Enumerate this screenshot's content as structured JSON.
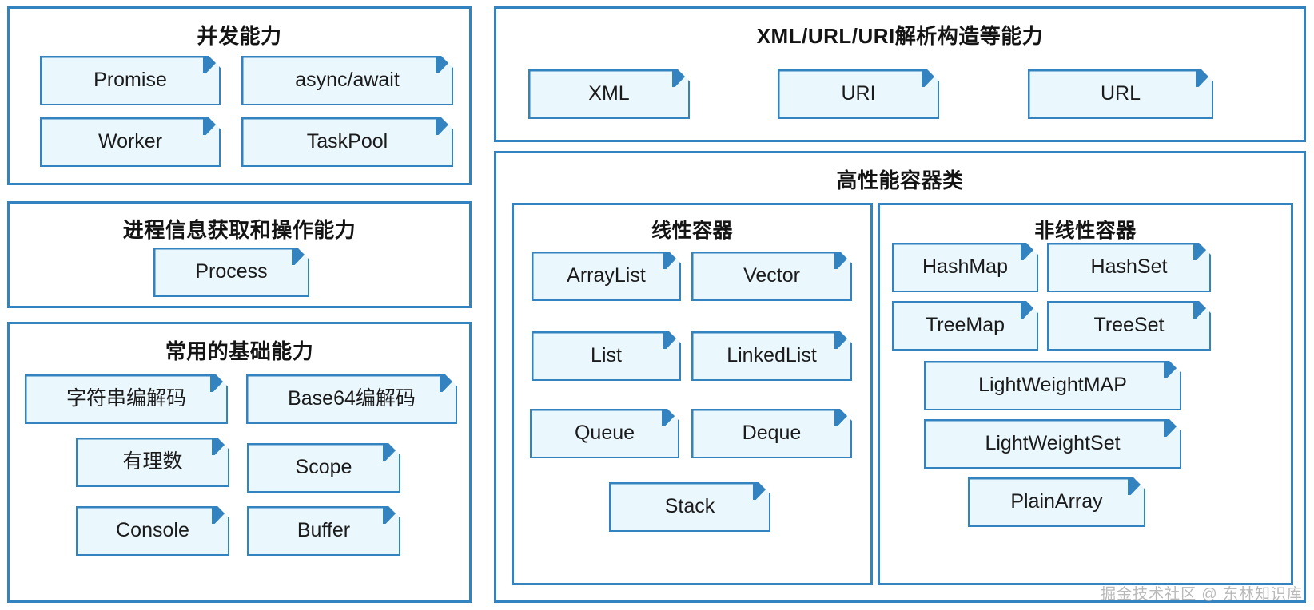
{
  "diagram": {
    "title_color": "#141414",
    "accent_border": "#3283bf",
    "box_fill": "#eaf7fd",
    "watermark": "掘金技术社区 @ 东林知识库"
  },
  "panels": {
    "concurrency": {
      "title": "并发能力",
      "items": [
        "Promise",
        "async/await",
        "Worker",
        "TaskPool"
      ]
    },
    "process": {
      "title": "进程信息获取和操作能力",
      "items": [
        "Process"
      ]
    },
    "basics": {
      "title": "常用的基础能力",
      "items": [
        "字符串编解码",
        "Base64编解码",
        "有理数",
        "Scope",
        "Console",
        "Buffer"
      ]
    },
    "parsing": {
      "title": "XML/URL/URI解析构造等能力",
      "items": [
        "XML",
        "URI",
        "URL"
      ]
    },
    "containers": {
      "title": "高性能容器类",
      "linear": {
        "title": "线性容器",
        "items": [
          "ArrayList",
          "Vector",
          "List",
          "LinkedList",
          "Queue",
          "Deque",
          "Stack"
        ]
      },
      "nonlinear": {
        "title": "非线性容器",
        "items": [
          "HashMap",
          "HashSet",
          "TreeMap",
          "TreeSet",
          "LightWeightMAP",
          "LightWeightSet",
          "PlainArray"
        ]
      }
    }
  }
}
